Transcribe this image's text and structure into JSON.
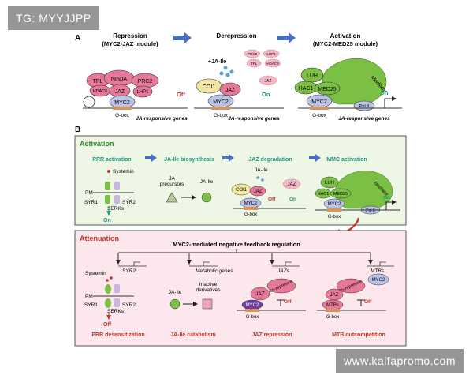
{
  "watermarks": {
    "top": "TG: MYYJJPP",
    "bottom": "www.kaifapromo.com"
  },
  "panelA": {
    "label": "A",
    "stages": [
      {
        "title": "Repression",
        "subtitle": "(MYC2-JAZ module)"
      },
      {
        "title": "Derepression",
        "subtitle": ""
      },
      {
        "title": "Activation",
        "subtitle": "(MYC2-MED25 module)"
      }
    ],
    "repression": {
      "tpl": "TPL",
      "ninja": "NINJA",
      "prc2": "PRC2",
      "hdac6": "HDAC6",
      "jaz": "JAZ",
      "lhp1": "LHP1",
      "myc2": "MYC2",
      "off": "Off",
      "gbox": "G-box",
      "genes": "JA-responsive genes"
    },
    "derepression": {
      "jaile": "+JA-Ile",
      "coi1": "COI1",
      "jaz": "JAZ",
      "myc2": "MYC2",
      "on": "On",
      "gbox": "G-box",
      "genes": "JA-responsive genes",
      "frag": [
        "PRC2",
        "LHP1",
        "TPL",
        "HDAC6",
        "JAZ"
      ]
    },
    "activation": {
      "luh": "LUH",
      "hac1": "HAC1",
      "med25": "MED25",
      "mediator": "Mediator",
      "myc2": "MYC2",
      "pol": "Pol II",
      "on": "On",
      "gbox": "G-box",
      "genes": "JA-responsive genes"
    }
  },
  "panelB": {
    "label": "B",
    "activation": {
      "header": "Activation",
      "steps": [
        "PRR activation",
        "JA-Ile biosynthesis",
        "JAZ degradation",
        "MMC activation"
      ],
      "prr": {
        "systemin": "Systemin",
        "pm": "PM",
        "syr1": "SYR1",
        "serks": "SERKs",
        "syr2": "SYR2",
        "on": "On"
      },
      "bio": {
        "precursors": "JA\nprecursors",
        "jaile": "JA-Ile"
      },
      "deg": {
        "jaile": "JA-Ile",
        "coi1": "COI1",
        "jaz": "JAZ",
        "jaz2": "JAZ",
        "myc2": "MYC2",
        "off": "Off",
        "on": "On",
        "gbox": "G-box"
      },
      "mmc": {
        "luh": "LUH",
        "hac": "HAC1",
        "med25": "MED25",
        "mediator": "Mediator",
        "myc2": "MYC2",
        "pol": "Pol II",
        "on": "On",
        "gbox": "G-box"
      }
    },
    "attenuation": {
      "header": "Attenuation",
      "feedback_title": "MYC2-mediated negative feedback regulation",
      "branch_genes": [
        "SYR2",
        "Metabolic genes",
        "JAZs",
        "MTBs"
      ],
      "prr": {
        "systemin": "Systemin",
        "pm": "PM",
        "syr1": "SYR1",
        "serks": "SERKs",
        "syr2": "SYR2",
        "off": "Off"
      },
      "cat": {
        "jaile": "JA-Ile",
        "inactive": "Inactive\nderivatives"
      },
      "rep": {
        "jaz": "JAZ",
        "corep": "Co-repressor",
        "myc2": "MYC2",
        "off": "Off",
        "gbox": "G-box"
      },
      "mtb": {
        "jaz": "JAZ",
        "corep": "Co-repressor",
        "mtbs": "MTBs",
        "myc2": "MYC2",
        "off": "Off",
        "gbox": "G-box"
      },
      "captions": [
        "PRR desensitization",
        "JA-Ile catabolism",
        "JAZ repression",
        "MTB outcompetition"
      ]
    }
  },
  "colors": {
    "pink": "#e8789a",
    "green": "#7bbf44",
    "blue": "#b9c3e6",
    "arrow": "#4a6fc1",
    "teal": "#1a9a7a",
    "red": "#c0392b",
    "actBg": "#eef6e6",
    "attBg": "#fbe7ec"
  }
}
